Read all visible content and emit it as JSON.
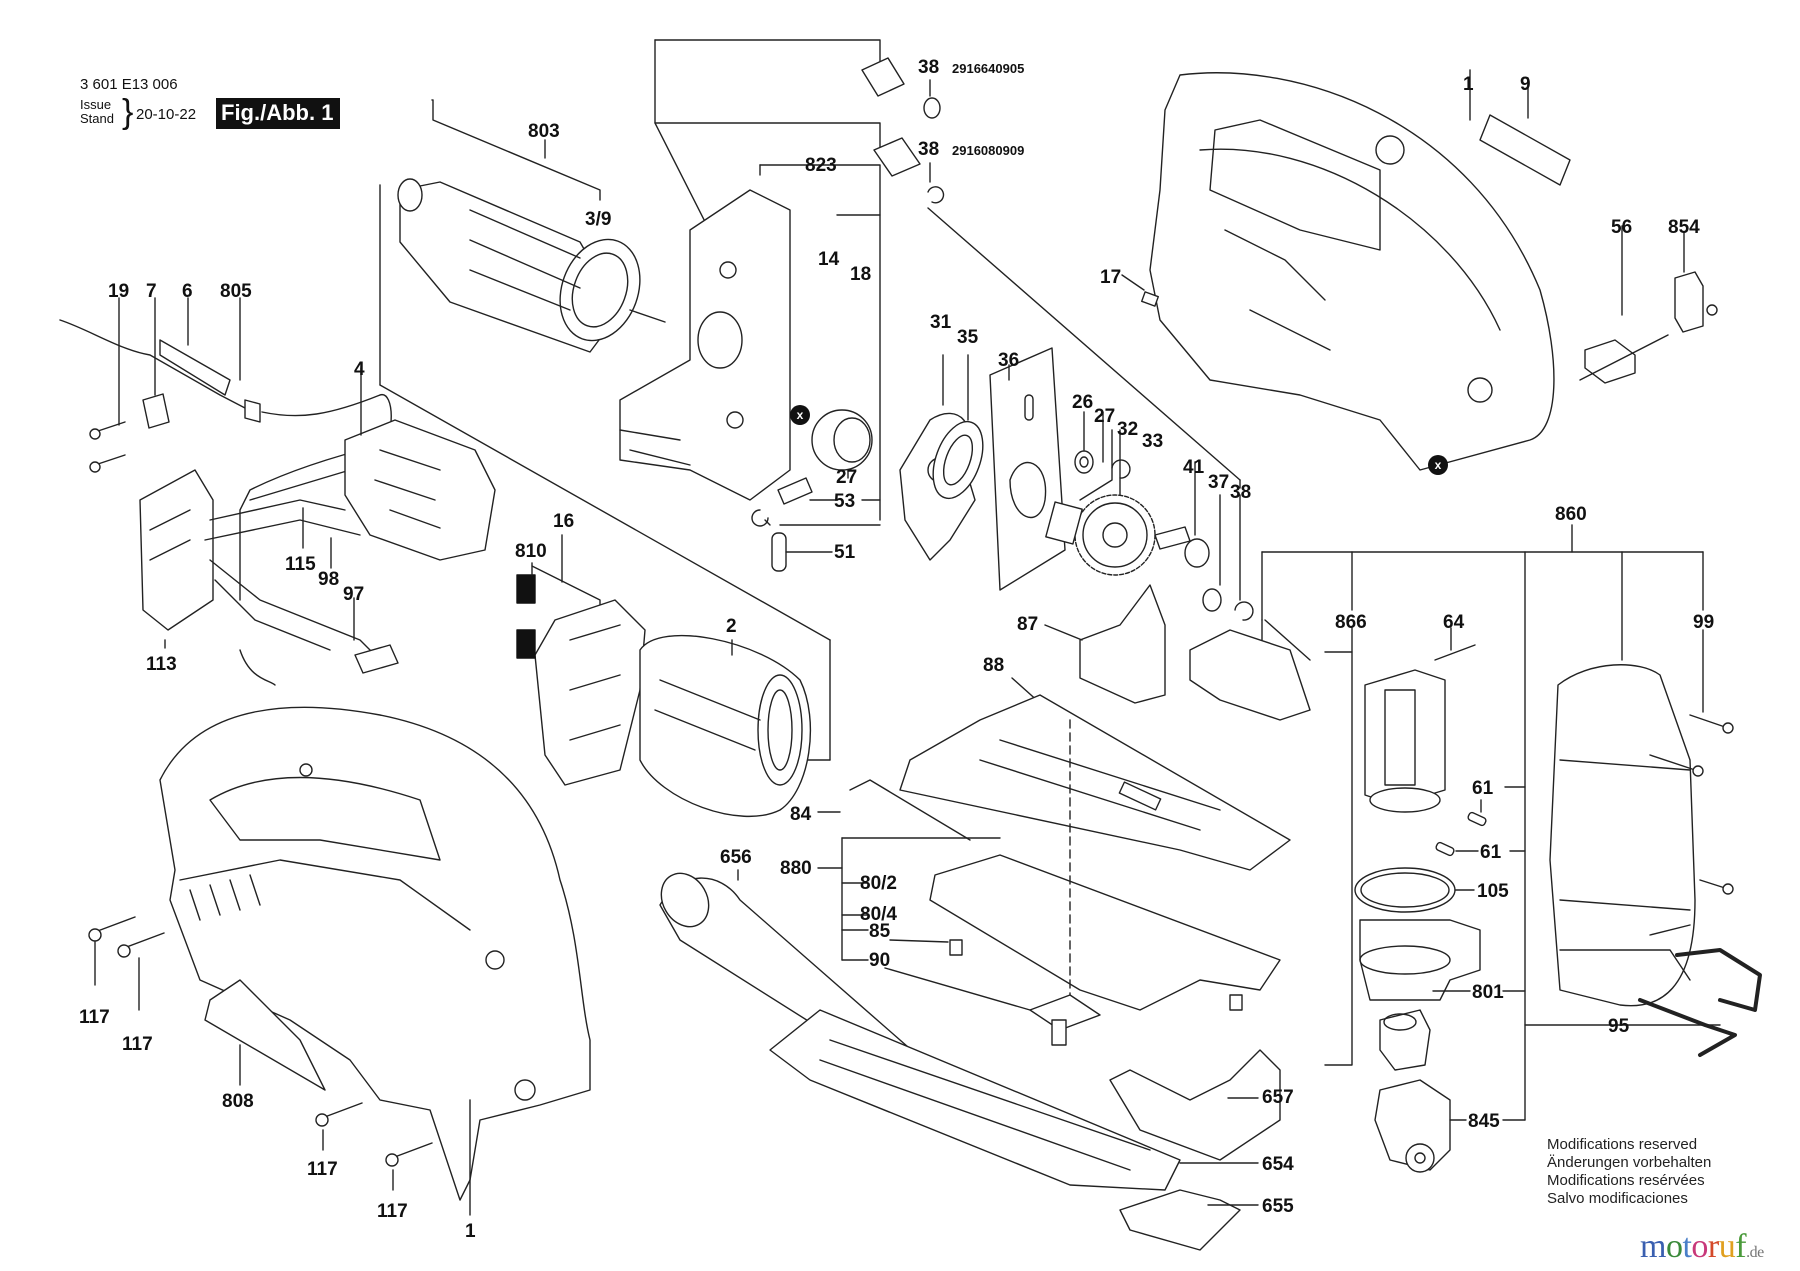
{
  "header": {
    "part_code": "3 601 E13 006",
    "issue_label": "Issue",
    "stand_label": "Stand",
    "issue_date": "20-10-22",
    "figure_label": "Fig./Abb. 1"
  },
  "ring_part_numbers": [
    {
      "ref": "38",
      "part_number": "2916640905"
    },
    {
      "ref": "38",
      "part_number": "2916080909"
    }
  ],
  "callouts": {
    "c803": "803",
    "c3_9": "3/9",
    "c823": "823",
    "c14": "14",
    "c18": "18",
    "c27a": "27",
    "c53": "53",
    "c51": "51",
    "c1_top": "1",
    "c9": "9",
    "c17": "17",
    "c56": "56",
    "c854": "854",
    "c19": "19",
    "c7": "7",
    "c6": "6",
    "c805": "805",
    "c4": "4",
    "c115": "115",
    "c98": "98",
    "c97": "97",
    "c113": "113",
    "c16": "16",
    "c810": "810",
    "c2": "2",
    "c31": "31",
    "c35": "35",
    "c36": "36",
    "c26": "26",
    "c27b": "27",
    "c32": "32",
    "c33": "33",
    "c41": "41",
    "c37": "37",
    "c38c": "38",
    "c87": "87",
    "c88": "88",
    "c84": "84",
    "c880": "880",
    "c80_2": "80/2",
    "c80_4": "80/4",
    "c85": "85",
    "c90": "90",
    "c656": "656",
    "c657": "657",
    "c654": "654",
    "c655": "655",
    "c860": "860",
    "c866": "866",
    "c64": "64",
    "c99": "99",
    "c61a": "61",
    "c61b": "61",
    "c105": "105",
    "c801": "801",
    "c95": "95",
    "c845": "845",
    "c117a": "117",
    "c117b": "117",
    "c117c": "117",
    "c117d": "117",
    "c808": "808",
    "c1_bottom": "1"
  },
  "markers": {
    "x": "x"
  },
  "notice": [
    "Modifications reserved",
    "Änderungen vorbehalten",
    "Modifications resérvées",
    "Salvo modificaciones"
  ],
  "watermark": {
    "letters": [
      "m",
      "o",
      "t",
      "o",
      "r",
      "u",
      "f"
    ],
    "colors": [
      "#3a5fb0",
      "#3a8a3a",
      "#4a7fc8",
      "#c8387a",
      "#d44a2a",
      "#e0a020",
      "#4a9a3a"
    ],
    "suffix": ".de"
  }
}
